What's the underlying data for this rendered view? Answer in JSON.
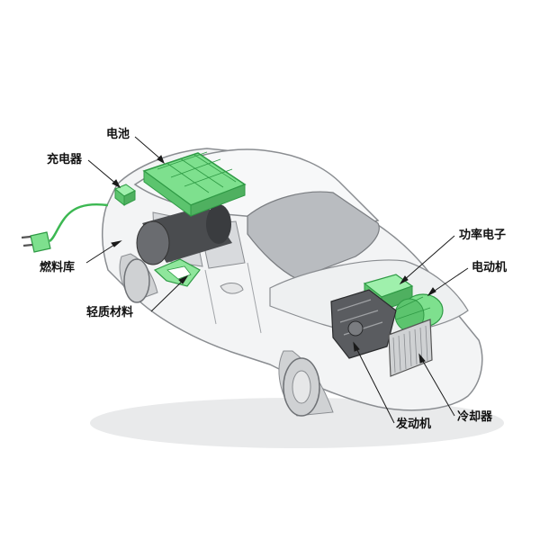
{
  "labels": {
    "battery": "电池",
    "charger": "充电器",
    "fuel_tank": "燃料库",
    "lightweight_materials": "轻质材料",
    "power_electronics": "功率电子",
    "electric_motor": "电动机",
    "engine": "发动机",
    "radiator": "冷却器"
  },
  "colors": {
    "component_fill": "#7ee08e",
    "component_stroke": "#2f9a45",
    "body_fill": "#f3f4f5",
    "body_stroke": "#8a8d91",
    "glass": "#b9bcc0",
    "tank": "#4a4c4f",
    "engine": "#5a5c60",
    "cable": "#3cb852",
    "leader": "#1a1a1a"
  },
  "icons": [
    "plug-icon"
  ]
}
